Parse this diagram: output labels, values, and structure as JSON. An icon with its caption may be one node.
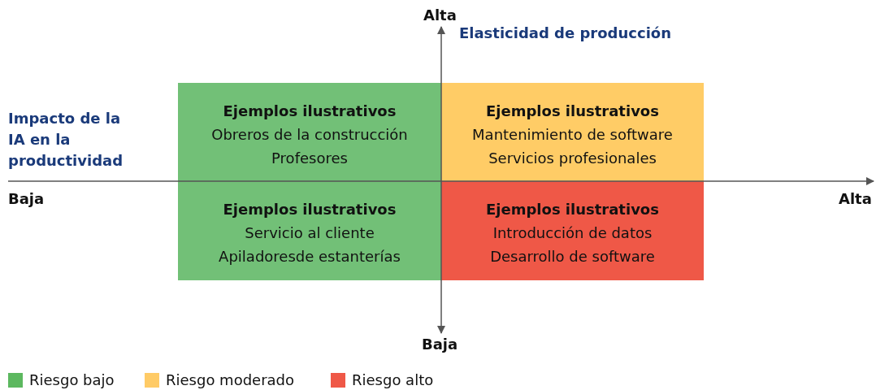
{
  "diagram": {
    "nodes": [
      {
        "text": [
          "Ejemplos ilustrativos",
          "Obreros de la construcción Profesores"
        ]
      },
      {
        "text": [
          "Ejemplos ilustrativos",
          "Mantenimiento de software",
          "Servicios profesionales"
        ]
      },
      {
        "text": [
          "Ejemplos ilustrativos",
          "Servicio al cliente",
          "Apiladoresde estanterías"
        ]
      },
      {
        "text": [
          "Ejemplos ilustrativos",
          "Introducción de datos",
          "Desarrollo de software"
        ]
      }
    ],
    "labels": [
      "Alta",
      "Elasticidad de producción",
      "Impacto de la IA en la productividad",
      "Baja",
      "Alta",
      "Baja"
    ],
    "legend": [
      {
        "text": "Riesgo bajo",
        "color": "#5cb85f"
      },
      {
        "text": "Riesgo moderado",
        "color": "#ffcb66"
      },
      {
        "text": "Riesgo alto",
        "color": "#ef5847"
      }
    ]
  }
}
